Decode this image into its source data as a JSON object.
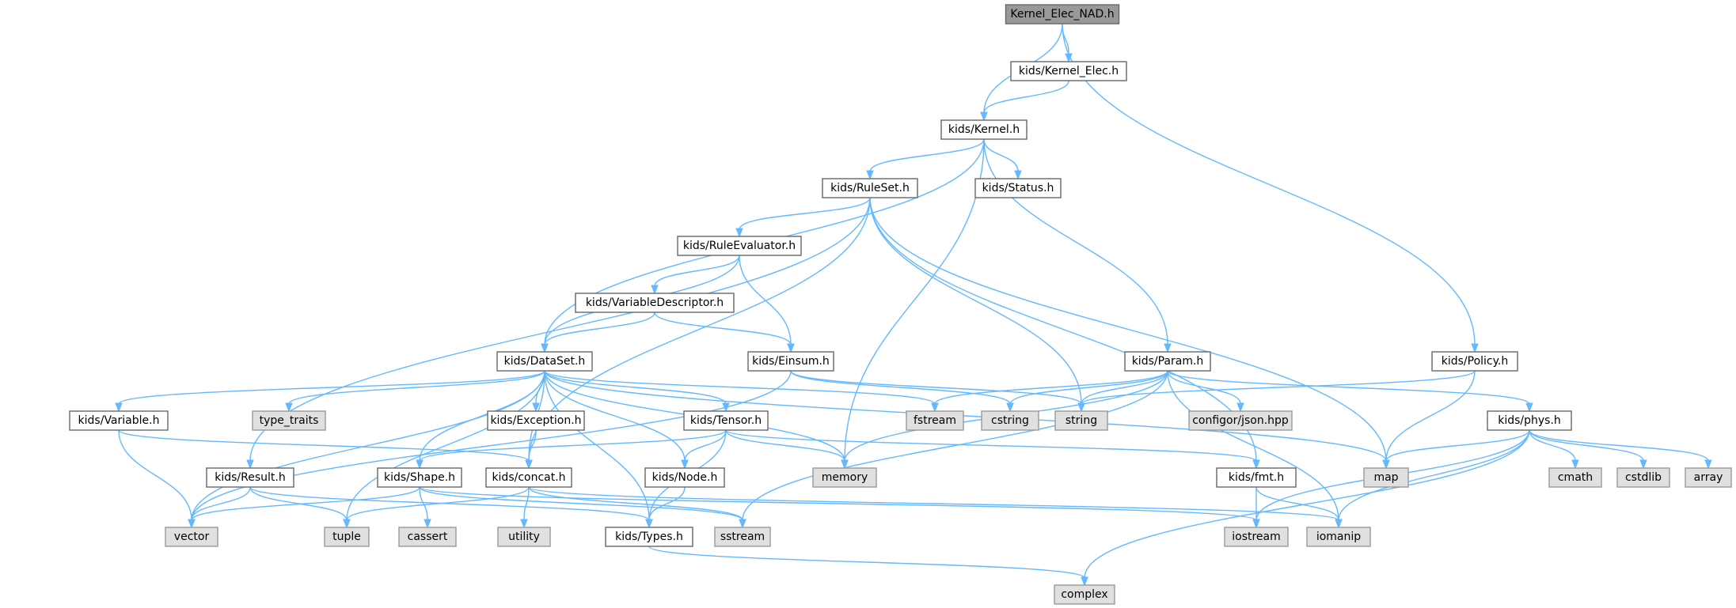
{
  "title": "",
  "colors": {
    "edge": "#63b8ff",
    "node_border": "#666666",
    "system_fill": "#e0e0e0",
    "root_fill": "#999999"
  },
  "nodes": [
    {
      "id": "root",
      "label": "Kernel_Elec_NAD.h",
      "kind": "root"
    },
    {
      "id": "kernel_elec",
      "label": "kids/Kernel_Elec.h",
      "kind": "plain"
    },
    {
      "id": "kernel",
      "label": "kids/Kernel.h",
      "kind": "plain"
    },
    {
      "id": "policy",
      "label": "kids/Policy.h",
      "kind": "plain"
    },
    {
      "id": "ruleset",
      "label": "kids/RuleSet.h",
      "kind": "plain"
    },
    {
      "id": "status",
      "label": "kids/Status.h",
      "kind": "plain"
    },
    {
      "id": "ruleeval",
      "label": "kids/RuleEvaluator.h",
      "kind": "plain"
    },
    {
      "id": "vardesc",
      "label": "kids/VariableDescriptor.h",
      "kind": "plain"
    },
    {
      "id": "dataset",
      "label": "kids/DataSet.h",
      "kind": "plain"
    },
    {
      "id": "einsum",
      "label": "kids/Einsum.h",
      "kind": "plain"
    },
    {
      "id": "param",
      "label": "kids/Param.h",
      "kind": "plain"
    },
    {
      "id": "variable",
      "label": "kids/Variable.h",
      "kind": "plain"
    },
    {
      "id": "type_traits",
      "label": "type_traits",
      "kind": "system"
    },
    {
      "id": "exception",
      "label": "kids/Exception.h",
      "kind": "plain"
    },
    {
      "id": "tensor",
      "label": "kids/Tensor.h",
      "kind": "plain"
    },
    {
      "id": "fstream",
      "label": "fstream",
      "kind": "system"
    },
    {
      "id": "cstring",
      "label": "cstring",
      "kind": "system"
    },
    {
      "id": "string",
      "label": "string",
      "kind": "system"
    },
    {
      "id": "configor",
      "label": "configor/json.hpp",
      "kind": "system"
    },
    {
      "id": "phys",
      "label": "kids/phys.h",
      "kind": "plain"
    },
    {
      "id": "result",
      "label": "kids/Result.h",
      "kind": "plain"
    },
    {
      "id": "shape",
      "label": "kids/Shape.h",
      "kind": "plain"
    },
    {
      "id": "concat",
      "label": "kids/concat.h",
      "kind": "plain"
    },
    {
      "id": "node",
      "label": "kids/Node.h",
      "kind": "plain"
    },
    {
      "id": "memory",
      "label": "memory",
      "kind": "system"
    },
    {
      "id": "fmt",
      "label": "kids/fmt.h",
      "kind": "plain"
    },
    {
      "id": "map",
      "label": "map",
      "kind": "system"
    },
    {
      "id": "cmath",
      "label": "cmath",
      "kind": "system"
    },
    {
      "id": "cstdlib",
      "label": "cstdlib",
      "kind": "system"
    },
    {
      "id": "array",
      "label": "array",
      "kind": "system"
    },
    {
      "id": "vector",
      "label": "vector",
      "kind": "system"
    },
    {
      "id": "tuple",
      "label": "tuple",
      "kind": "system"
    },
    {
      "id": "cassert",
      "label": "cassert",
      "kind": "system"
    },
    {
      "id": "utility",
      "label": "utility",
      "kind": "system"
    },
    {
      "id": "types",
      "label": "kids/Types.h",
      "kind": "plain"
    },
    {
      "id": "sstream",
      "label": "sstream",
      "kind": "system"
    },
    {
      "id": "iostream",
      "label": "iostream",
      "kind": "system"
    },
    {
      "id": "iomanip",
      "label": "iomanip",
      "kind": "system"
    },
    {
      "id": "complex",
      "label": "complex",
      "kind": "system"
    }
  ],
  "edges": [
    [
      "root",
      "kernel_elec"
    ],
    [
      "root",
      "kernel"
    ],
    [
      "root",
      "policy"
    ],
    [
      "kernel_elec",
      "kernel"
    ],
    [
      "kernel",
      "ruleset"
    ],
    [
      "kernel",
      "status"
    ],
    [
      "kernel",
      "dataset"
    ],
    [
      "kernel",
      "param"
    ],
    [
      "kernel",
      "memory"
    ],
    [
      "ruleset",
      "ruleeval"
    ],
    [
      "ruleset",
      "concat"
    ],
    [
      "ruleset",
      "result"
    ],
    [
      "ruleset",
      "string"
    ],
    [
      "ruleset",
      "map"
    ],
    [
      "ruleset",
      "fmt"
    ],
    [
      "ruleeval",
      "vardesc"
    ],
    [
      "ruleeval",
      "dataset"
    ],
    [
      "ruleeval",
      "einsum"
    ],
    [
      "vardesc",
      "dataset"
    ],
    [
      "vardesc",
      "einsum"
    ],
    [
      "einsum",
      "vector"
    ],
    [
      "einsum",
      "cstring"
    ],
    [
      "einsum",
      "string"
    ],
    [
      "param",
      "fstream"
    ],
    [
      "param",
      "cstring"
    ],
    [
      "param",
      "string"
    ],
    [
      "param",
      "configor"
    ],
    [
      "param",
      "phys"
    ],
    [
      "param",
      "memory"
    ],
    [
      "param",
      "sstream"
    ],
    [
      "param",
      "iomanip"
    ],
    [
      "policy",
      "string"
    ],
    [
      "policy",
      "map"
    ],
    [
      "dataset",
      "variable"
    ],
    [
      "dataset",
      "type_traits"
    ],
    [
      "dataset",
      "exception"
    ],
    [
      "dataset",
      "tensor"
    ],
    [
      "dataset",
      "fstream"
    ],
    [
      "dataset",
      "memory"
    ],
    [
      "dataset",
      "map"
    ],
    [
      "dataset",
      "shape"
    ],
    [
      "dataset",
      "concat"
    ],
    [
      "dataset",
      "node"
    ],
    [
      "dataset",
      "types"
    ],
    [
      "dataset",
      "vector"
    ],
    [
      "dataset",
      "tuple"
    ],
    [
      "variable",
      "vector"
    ],
    [
      "variable",
      "concat"
    ],
    [
      "exception",
      "concat"
    ],
    [
      "tensor",
      "shape"
    ],
    [
      "tensor",
      "node"
    ],
    [
      "tensor",
      "memory"
    ],
    [
      "tensor",
      "fmt"
    ],
    [
      "tensor",
      "types"
    ],
    [
      "phys",
      "map"
    ],
    [
      "phys",
      "cmath"
    ],
    [
      "phys",
      "cstdlib"
    ],
    [
      "phys",
      "array"
    ],
    [
      "phys",
      "iostream"
    ],
    [
      "phys",
      "iomanip"
    ],
    [
      "phys",
      "complex"
    ],
    [
      "result",
      "vector"
    ],
    [
      "result",
      "tuple"
    ],
    [
      "result",
      "types"
    ],
    [
      "shape",
      "vector"
    ],
    [
      "shape",
      "cassert"
    ],
    [
      "shape",
      "sstream"
    ],
    [
      "shape",
      "iostream"
    ],
    [
      "concat",
      "tuple"
    ],
    [
      "concat",
      "utility"
    ],
    [
      "concat",
      "sstream"
    ],
    [
      "concat",
      "iomanip"
    ],
    [
      "node",
      "types"
    ],
    [
      "fmt",
      "iostream"
    ],
    [
      "fmt",
      "iomanip"
    ],
    [
      "types",
      "complex"
    ]
  ]
}
